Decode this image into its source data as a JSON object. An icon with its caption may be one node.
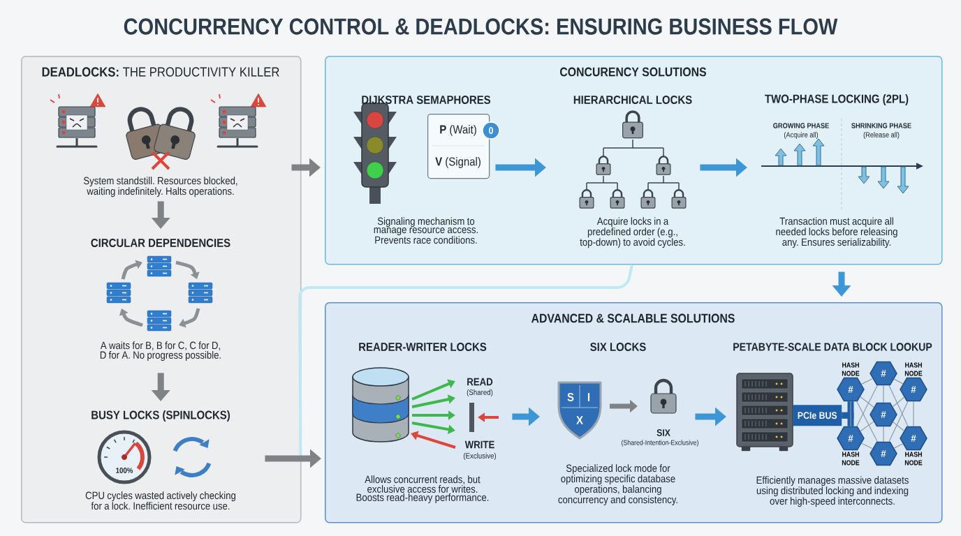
{
  "diagram": {
    "title": "CONCURRENCY CONTROL & DEADLOCKS: ENSURING BUSINESS FLOW",
    "nodes": [
      {
        "text": [
          "**DEADLOCKS:** THE PRODUCTIVITY KILLER"
        ]
      },
      {
        "text": [
          "System standstill. Resources blocked, waiting indefinitely. Halts operations."
        ],
        "in": 0
      },
      {
        "text": [
          "CIRCULAR DEPENDENCIES",
          "A waits for B, B for C, C for D, D for A. No progress possible."
        ],
        "in": 0
      },
      {
        "text": [
          "BUSY LOCKS (SPINLOCKS)",
          "CPU cycles wasted actively checking for a lock. Inefficient resource use."
        ],
        "in": 0
      },
      {
        "text": [
          "CONCURENCY SOLUTIONS"
        ]
      },
      {
        "text": [
          "DIJKSTRA SEMAPHORES",
          "Signaling mechanism to manage resource access. Prevents race conditions."
        ],
        "in": 4
      },
      {
        "text": [
          "**P** (Wait)",
          "**V** (Signal)"
        ],
        "in": 4
      },
      {
        "text": [
          "HIERARCHICAL LOCKS",
          "Acquire locks in a predefined order (e.g., top-down) to avoid cycles."
        ],
        "in": 4
      },
      {
        "text": [
          "TWO-PHASE LOCKING (2PL)",
          "Transaction must acquire all needed locks before releasing any. Ensures serializability."
        ],
        "in": 4
      },
      {
        "text": [
          "ADVANCED & SCALABLE SOLUTIONS"
        ]
      },
      {
        "text": [
          "READER-WRITER LOCKS",
          "Allows concurrent reads, but exclusive access for writes. Boosts read-heavy performance."
        ],
        "in": 9
      },
      {
        "text": [
          "SIX LOCKS",
          "Specialized lock mode for optimizing specific database operations, balancing concurrency and consistency."
        ],
        "in": 9
      },
      {
        "text": [
          "PETABYTE-SCALE DATA BLOCK LOOKUP",
          "Efficiently manages massive datasets using distributed locking and indexing over high-speed interconnects."
        ],
        "in": 9
      },
      {
        "text": [
          "PCIe BUS"
        ],
        "in": 9
      },
      {
        "text": [
          "#"
        ],
        "in": 9
      },
      {
        "text": [
          "#"
        ],
        "in": 9,
        "beside": [
          "HASH NODE"
        ]
      },
      {
        "text": [
          "#"
        ],
        "in": 9,
        "beside": [
          "HASH NODE"
        ]
      },
      {
        "text": [
          "#"
        ],
        "in": 9
      },
      {
        "text": [
          "#"
        ],
        "in": 9,
        "beside": [
          "HASH NODE"
        ]
      },
      {
        "text": [
          "#"
        ],
        "in": 9,
        "beside": [
          "HASH NODE"
        ]
      },
      {
        "text": [
          "#"
        ],
        "in": 9
      }
    ],
    "edges": [
      {
        "from": 1,
        "to": 2,
        "arrow": "to",
        "style": "thick",
        "color": "#7f8386"
      },
      {
        "from": 2,
        "to": 3,
        "arrow": "to",
        "style": "thick",
        "color": "#7f8386"
      },
      {
        "from": 0,
        "to": 4,
        "arrow": "to",
        "style": "thick",
        "color": "#7f8386"
      },
      {
        "from": 3,
        "to": 9,
        "arrow": "to",
        "style": "thick",
        "color": "#7f8386"
      },
      {
        "from": 5,
        "to": 7,
        "arrow": "to",
        "style": "thick",
        "color": "#3d96d6"
      },
      {
        "from": 7,
        "to": 8,
        "arrow": "to",
        "style": "thick",
        "color": "#3d96d6"
      },
      {
        "from": 4,
        "to": 9,
        "arrow": "to",
        "style": "thick",
        "color": "#3d96d6"
      },
      {
        "from": 10,
        "to": 11,
        "arrow": "to",
        "style": "thick",
        "color": "#3d96d6"
      },
      {
        "from": 11,
        "to": 12,
        "arrow": "to",
        "style": "thick",
        "color": "#3d96d6"
      },
      {
        "from": 13,
        "to": 15,
        "arrow": "none",
        "style": "thick",
        "color": "#1f5fa8"
      },
      {
        "from": 13,
        "to": 18,
        "arrow": "none",
        "style": "thick",
        "color": "#1f5fa8"
      },
      {
        "from": 15,
        "to": 14,
        "arrow": "none"
      },
      {
        "from": 14,
        "to": 16,
        "arrow": "none"
      },
      {
        "from": 16,
        "to": 19,
        "arrow": "none"
      },
      {
        "from": 19,
        "to": 20,
        "arrow": "none"
      },
      {
        "from": 20,
        "to": 18,
        "arrow": "none"
      },
      {
        "from": 18,
        "to": 15,
        "arrow": "none"
      },
      {
        "from": 17,
        "to": 14,
        "arrow": "none"
      },
      {
        "from": 17,
        "to": 15,
        "arrow": "none"
      },
      {
        "from": 17,
        "to": 16,
        "arrow": "none"
      },
      {
        "from": 17,
        "to": 18,
        "arrow": "none"
      },
      {
        "from": 17,
        "to": 19,
        "arrow": "none"
      },
      {
        "from": 17,
        "to": 20,
        "arrow": "none"
      },
      {
        "from": 14,
        "to": 18,
        "arrow": "none"
      },
      {
        "from": 14,
        "to": 19,
        "arrow": "none"
      },
      {
        "from": 15,
        "to": 20,
        "arrow": "none"
      },
      {
        "from": 16,
        "to": 20,
        "arrow": "none"
      },
      {
        "from": 0,
        "to": 4,
        "arrow": "none",
        "style": "thick",
        "color": "#bfe8f7"
      }
    ],
    "labels": [
      "100%",
      "0",
      "GROWING PHASE",
      "(Acquire all)",
      "SHRINKING PHASE",
      "(Release all)",
      "READ",
      "(Shared)",
      "WRITE",
      "(Exclusive)",
      "S",
      "I",
      "X",
      "SIX",
      "(Shared-Intention-Exclusive)"
    ]
  }
}
